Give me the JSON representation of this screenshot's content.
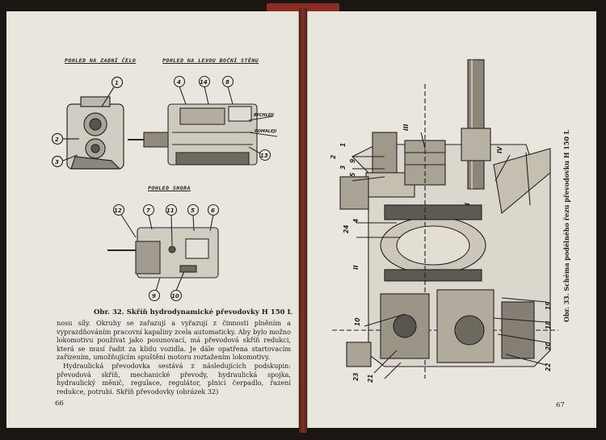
{
  "left_page": {
    "view_labels": {
      "rear": "POHLED NA ZADNÍ ČELO",
      "left_side": "POHLED NA LEVOU BOČNÍ STĚNU",
      "top": "POHLED SHORA"
    },
    "drawing_annotations": {
      "fast": "RYCHLEJI",
      "slow": "POMALEJI"
    },
    "callouts_rear": [
      "1",
      "2",
      "3"
    ],
    "callouts_side": [
      "4",
      "14",
      "8",
      "13"
    ],
    "callouts_top": [
      "12",
      "7",
      "11",
      "5",
      "6",
      "9",
      "10"
    ],
    "caption": "Obr. 32. Skříň hydrodynamické převodovky H 150 L",
    "paragraph_1": "nosu síly. Okruhy se zařazují a vyřazují z činnosti plněním a vyprazdňováním pracovní kapaliny zcela automaticky. Aby bylo možno lokomotivu používat jako posunovací, má převodová skříň redukci, která se musí řadit za klidu vozidla. Je dále opatřena startovacím zařízením, umožňujícím spuštění motoru roztažením lokomotivy.",
    "paragraph_2": "Hydraulická převodovka sestává z následujících podskupin: převodová skříň, mechanické převody, hydraulická spojka, hydraulický měnič, regulace, regulátor, plnicí čerpadlo, řazení redukce, potrubí. Skříň převodovky (obrázek 32)",
    "page_number": "66"
  },
  "right_page": {
    "callouts_left": [
      "2",
      "1",
      "3",
      "9",
      "5",
      "24",
      "4",
      "II",
      "10",
      "21",
      "23"
    ],
    "callouts_top": [
      "III",
      "IV",
      "I"
    ],
    "callouts_right": [
      "19",
      "18",
      "20",
      "22"
    ],
    "caption": "Obr. 33. Schéma podélného řezu převodovku H 150 L",
    "page_number": "67"
  },
  "colors": {
    "paper": "#eae6dd",
    "ink": "#222222",
    "cover": "#8a2d25"
  }
}
